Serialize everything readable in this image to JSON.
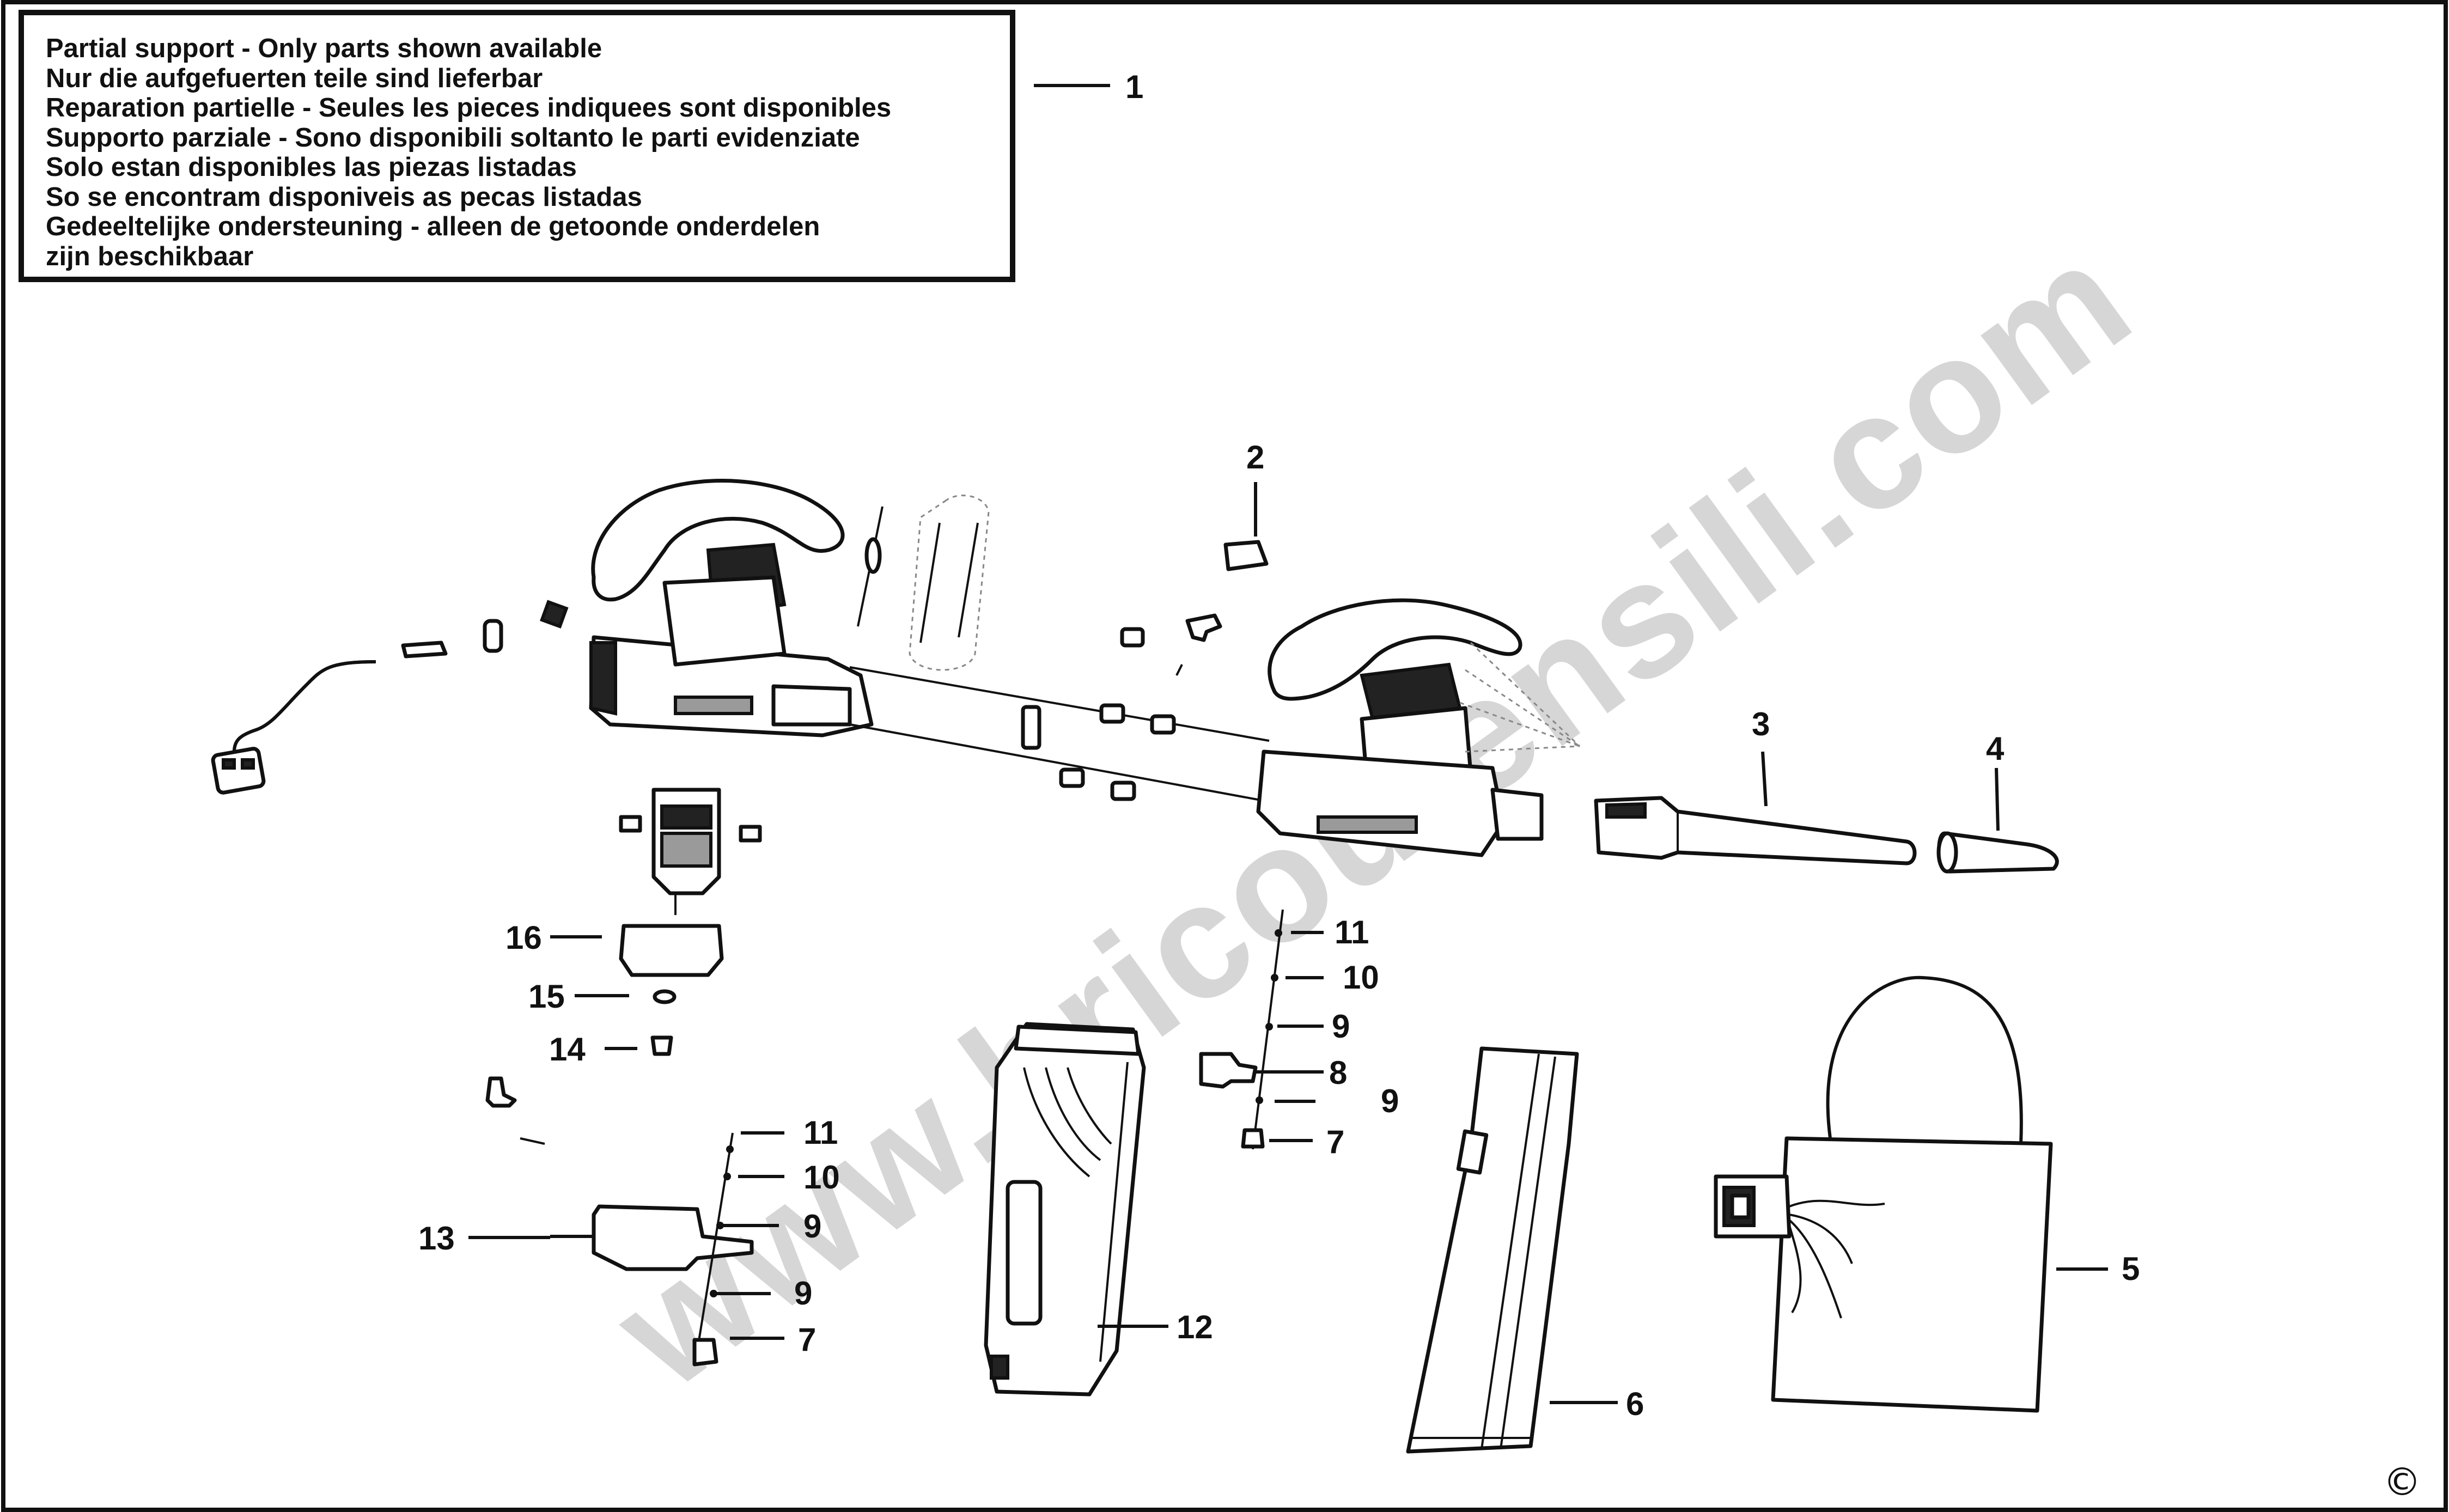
{
  "notice": {
    "lines": [
      "Partial support - Only parts shown available",
      "Nur die aufgefuerten teile sind lieferbar",
      "Reparation partielle - Seules les pieces indiquees sont disponibles",
      "Supporto parziale - Sono disponibili soltanto le parti evidenziate",
      "Solo estan disponibles las piezas listadas",
      "So se encontram disponiveis as pecas listadas",
      "Gedeeltelijke ondersteuning - alleen de getoonde onderdelen",
      "zijn beschikbaar"
    ]
  },
  "callouts": {
    "c1": "1",
    "c2": "2",
    "c3": "3",
    "c4": "4",
    "c5": "5",
    "c6": "6",
    "c7a": "7",
    "c7b": "7",
    "c8": "8",
    "c9a": "9",
    "c9b": "9",
    "c9c": "9",
    "c9d": "9",
    "c10a": "10",
    "c10b": "10",
    "c11a": "11",
    "c11b": "11",
    "c12": "12",
    "c13": "13",
    "c14": "14",
    "c15": "15",
    "c16": "16"
  },
  "watermark": "www.bricoutensili.com",
  "copyright": "©"
}
